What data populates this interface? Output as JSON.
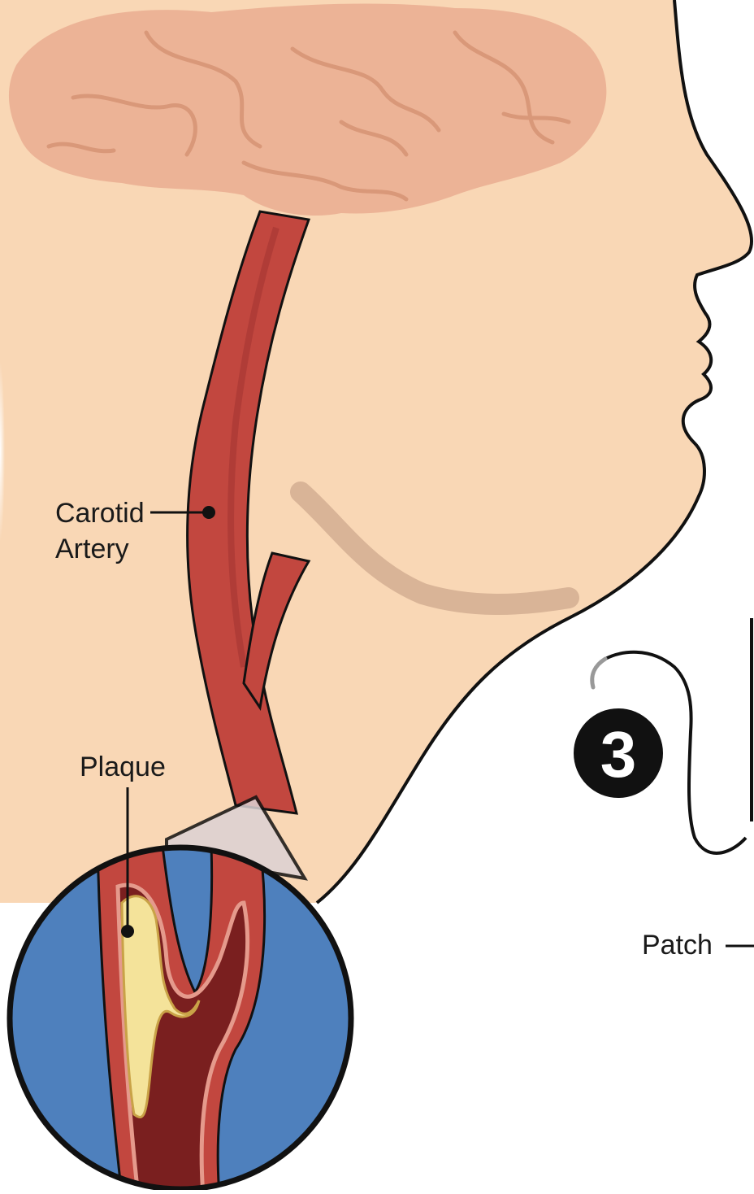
{
  "labels": {
    "carotid_line1": "Carotid",
    "carotid_line2": "Artery",
    "plaque": "Plaque",
    "patch": "Patch",
    "step_number": "3"
  },
  "colors": {
    "skin": "#f9d7b5",
    "skin_edge": "#fbe3cc",
    "brain": "#eaad90",
    "brain_line": "#d99879",
    "jaw_shadow": "#d9b497",
    "artery": "#c2473f",
    "artery_dark": "#9e3230",
    "artery_light": "#d8665a",
    "lumen_dark": "#7a1f1f",
    "wall_pink": "#e59a8c",
    "plaque": "#f4e39a",
    "plaque_edge": "#c9a247",
    "zoom_bg": "#4e80bd",
    "outline": "#111111",
    "badge": "#111111",
    "badge_text": "#ffffff"
  },
  "icons": {
    "step_badge": "filled-circle-number-icon",
    "suture": "suture-thread-icon"
  }
}
